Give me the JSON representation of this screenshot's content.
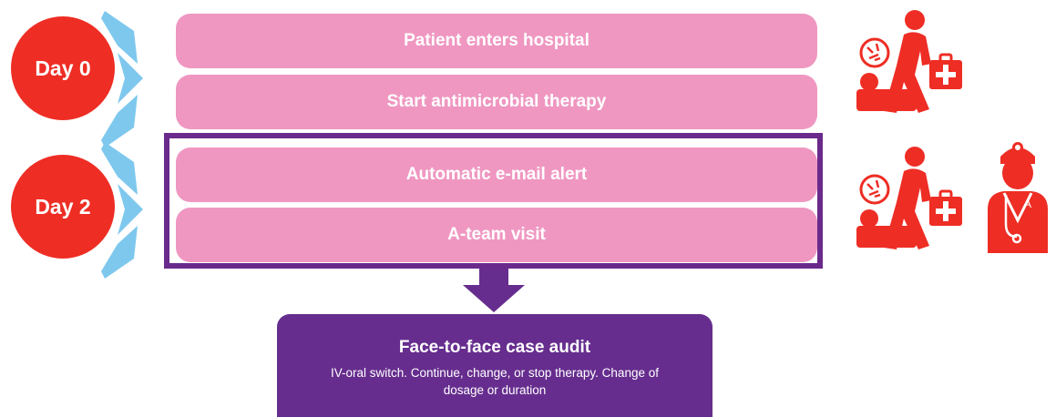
{
  "colors": {
    "day_circle": "#ee2d24",
    "chevron": "#7ec8ee",
    "step_box": "#ef97c1",
    "frame": "#6a2a8c",
    "audit_box": "#662d8e",
    "icon": "#ee2d24"
  },
  "days": [
    {
      "label": "Day 0"
    },
    {
      "label": "Day 2"
    }
  ],
  "steps": [
    {
      "label": "Patient enters hospital"
    },
    {
      "label": "Start antimicrobial therapy"
    },
    {
      "label": "Automatic e-mail alert"
    },
    {
      "label": "A-team visit"
    }
  ],
  "audit": {
    "title": "Face-to-face case audit",
    "detail": "IV-oral switch. Continue, change, or stop therapy. Change of dosage or duration"
  },
  "icons": {
    "patient_1": "patient-with-medical-kit-icon",
    "patient_2": "patient-with-medical-kit-icon",
    "doctor": "doctor-with-stethoscope-icon",
    "doctor_badge": "A"
  }
}
